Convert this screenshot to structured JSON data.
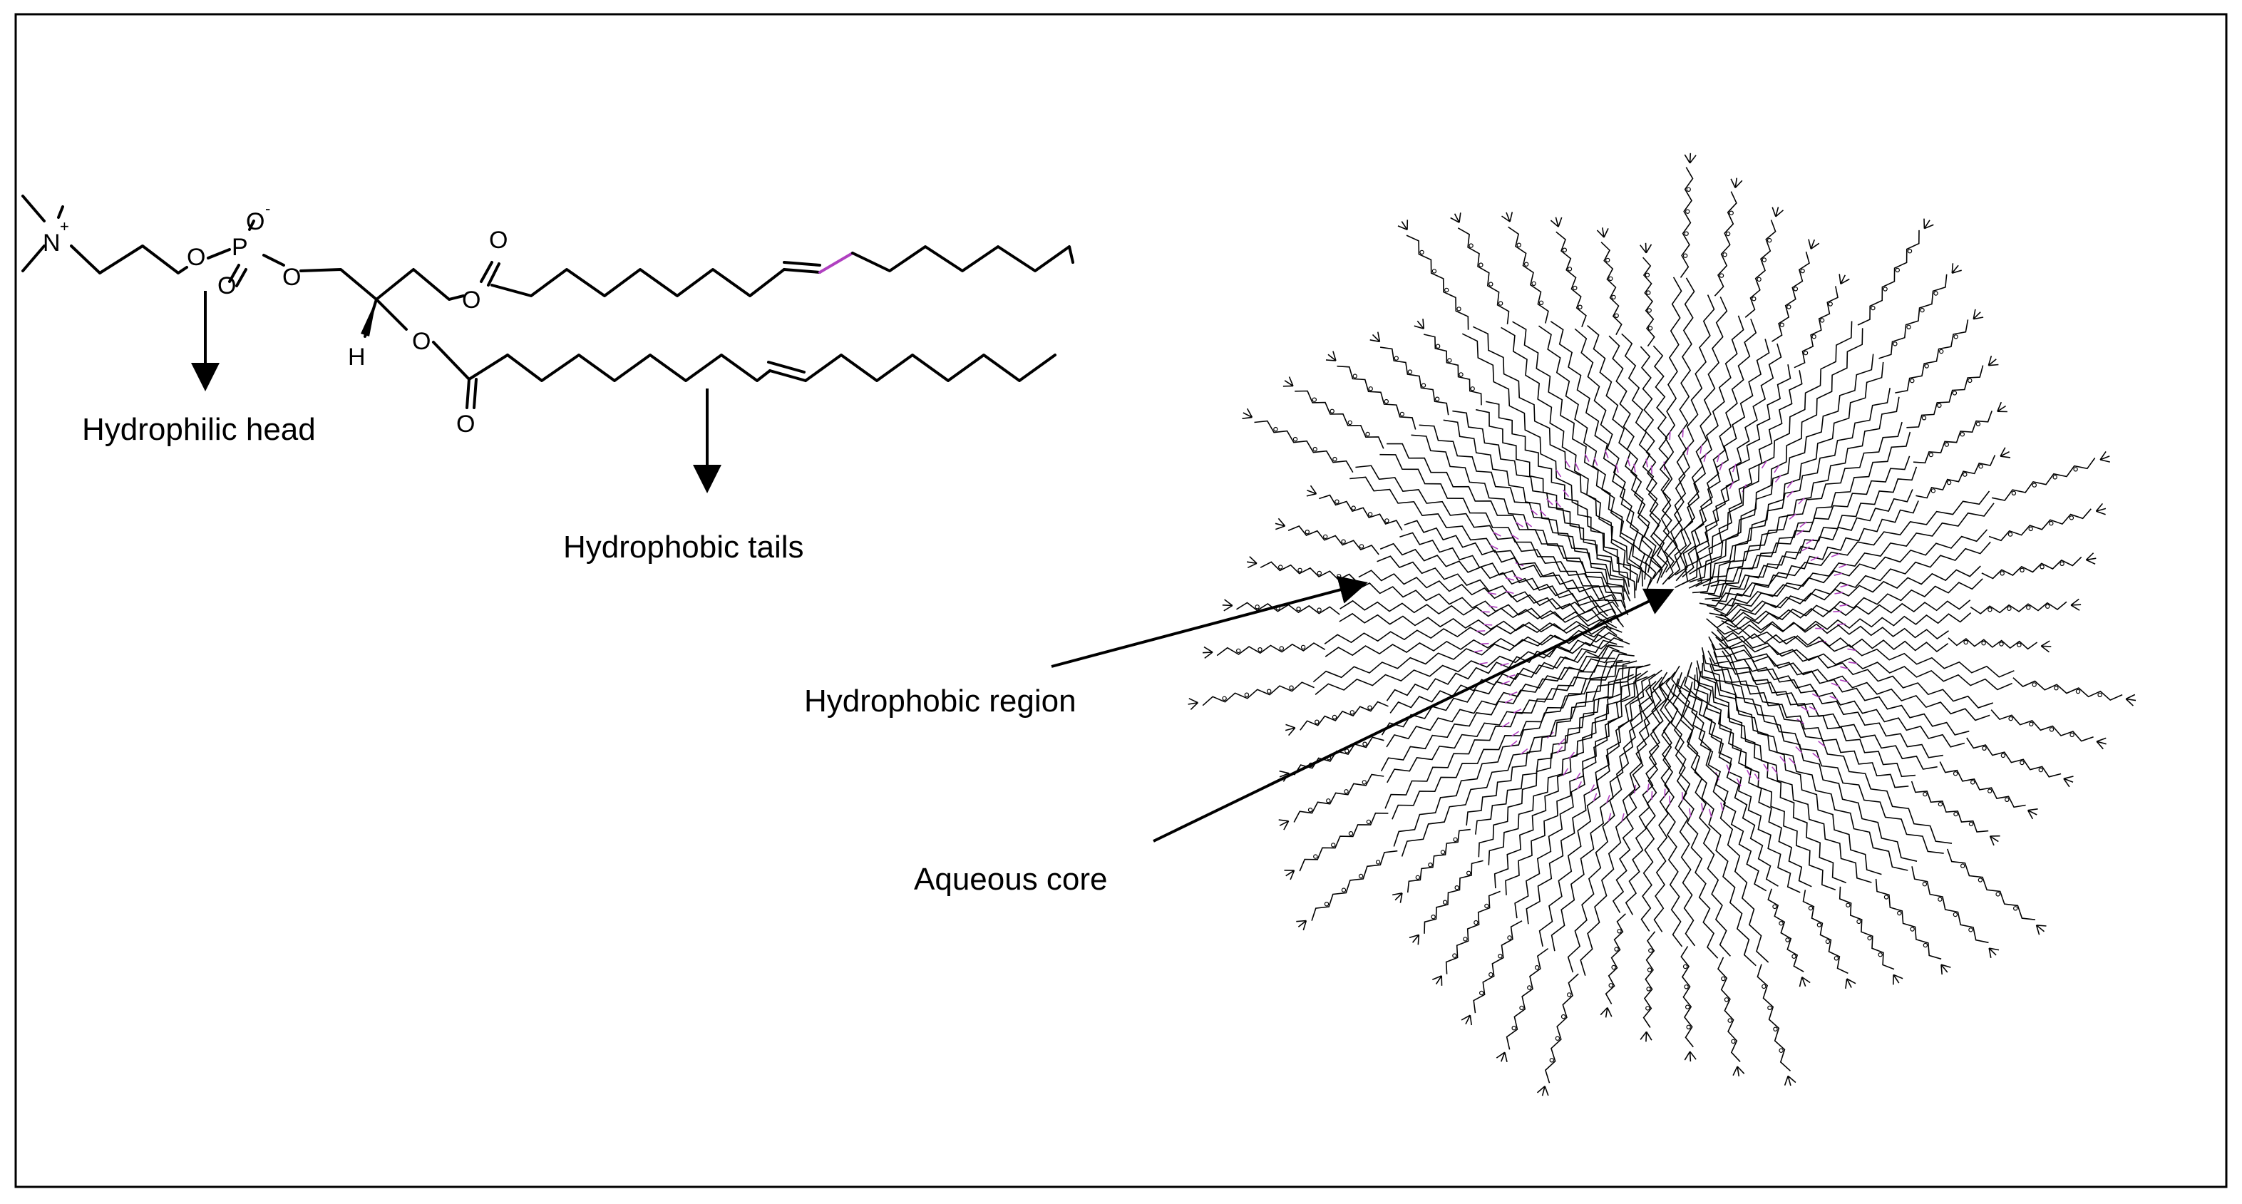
{
  "labels": {
    "hydrophilic_head": "Hydrophilic head",
    "hydrophobic_tails": "Hydrophobic tails",
    "hydrophobic_region": "Hydrophobic region",
    "aqueous_core": "Aqueous core"
  },
  "atoms": {
    "nitrogen": "N",
    "plus": "+",
    "minus": "-",
    "oxygen": "O",
    "phosphorus": "P",
    "hydrogen": "H"
  },
  "micelle": {
    "molecule_count": 60
  },
  "colors": {
    "line": "#000000",
    "double_bond_highlight": "#b040c0",
    "background": "#ffffff"
  }
}
